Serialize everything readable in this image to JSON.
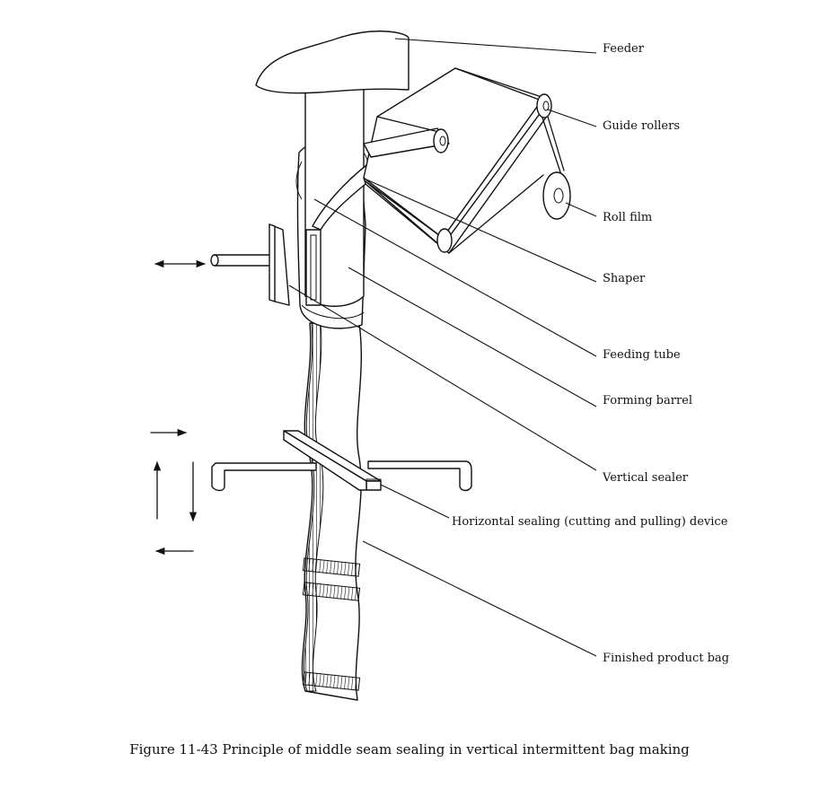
{
  "labels": {
    "feeder": "Feeder",
    "guide_rollers": "Guide rollers",
    "roll_film": "Roll film",
    "shaper": "Shaper",
    "feeding_tube": "Feeding tube",
    "forming_barrel": "Forming barrel",
    "vertical_sealer": "Vertical sealer",
    "horizontal_sealing": "Horizontal sealing (cutting and pulling) device",
    "finished_bag": "Finished product bag"
  },
  "caption": "Figure 11-43 Principle of middle seam sealing in vertical intermittent bag making",
  "colors": {
    "ink": "#111111",
    "background": "#ffffff"
  }
}
